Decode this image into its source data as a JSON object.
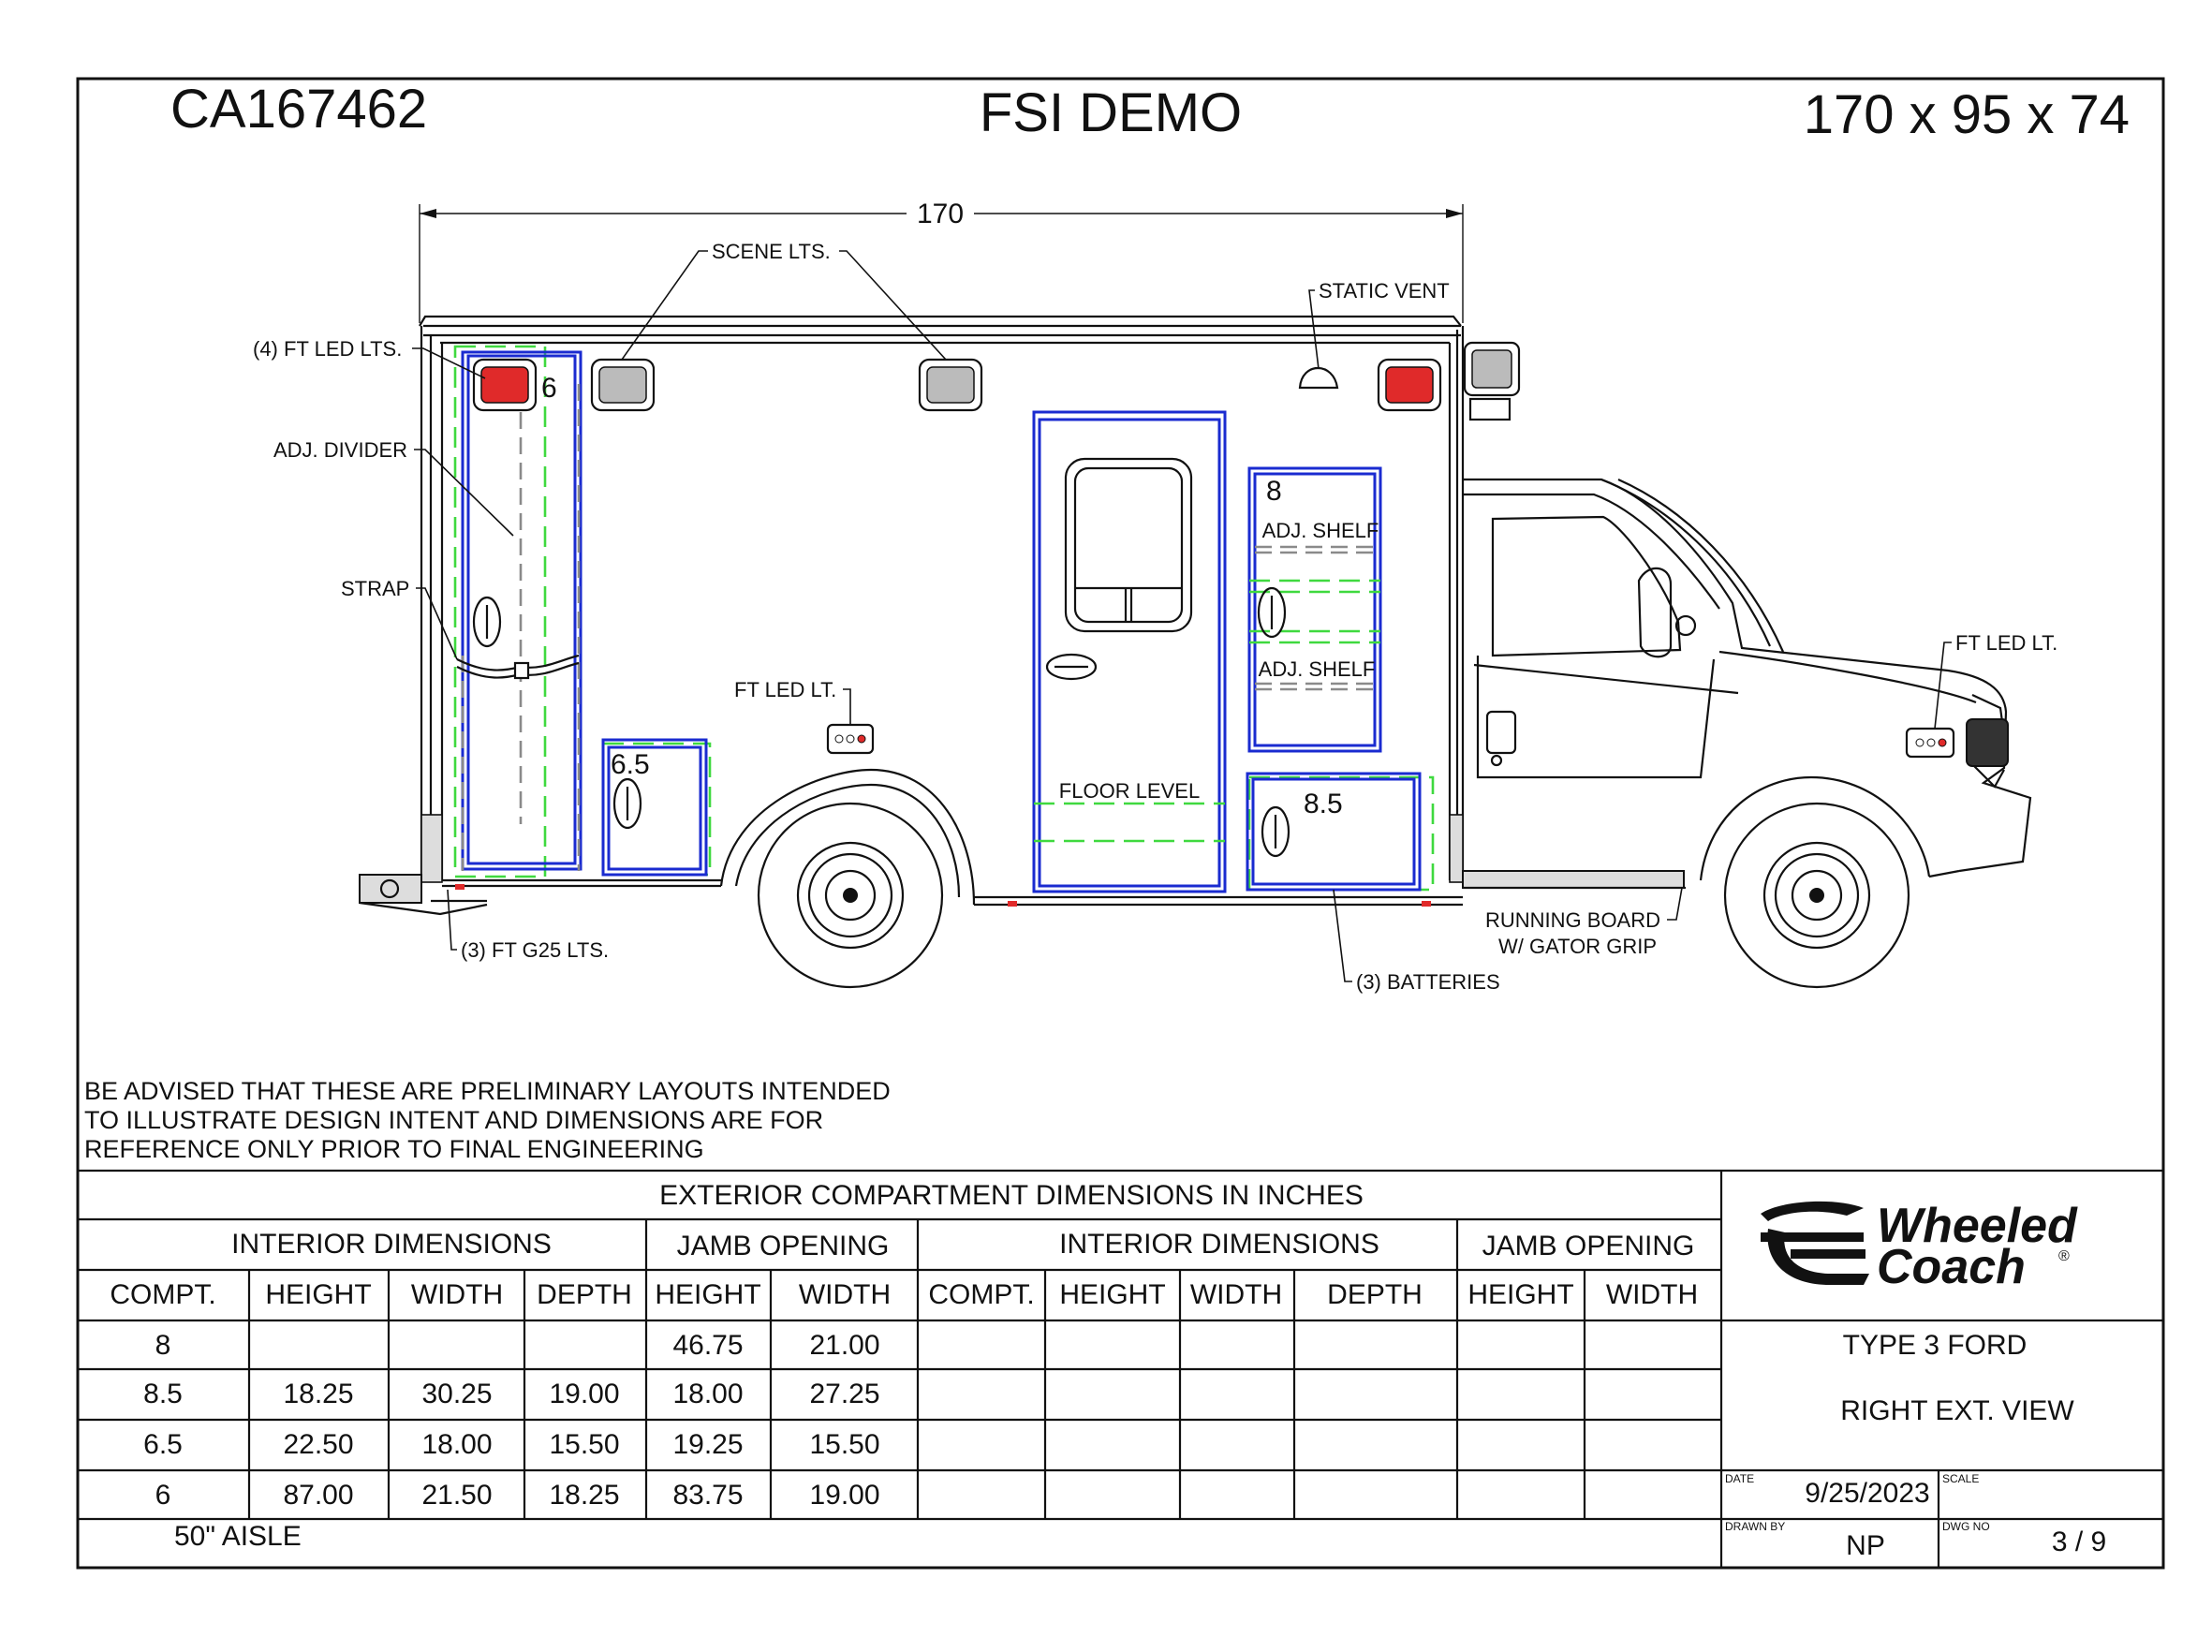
{
  "header": {
    "job_number": "CA167462",
    "customer": "FSI DEMO",
    "body_size": "170 x 95 x 74"
  },
  "drawing": {
    "overall_length": "170",
    "callouts": {
      "scene_lights": "SCENE LTS.",
      "static_vent": "STATIC VENT",
      "ft_led_lts_4": "(4) FT LED LTS.",
      "adj_divider": "ADJ. DIVIDER",
      "strap": "STRAP",
      "ft_led_lt_side": "FT LED LT.",
      "ft_led_lt_front": "FT LED LT.",
      "ft_g25_lts": "(3) FT G25 LTS.",
      "running_board_1": "RUNNING BOARD",
      "running_board_2": "W/ GATOR GRIP",
      "batteries": "(3) BATTERIES",
      "adj_shelf_top": "ADJ. SHELF",
      "adj_shelf_bottom": "ADJ. SHELF",
      "floor_level": "FLOOR LEVEL"
    },
    "compartment_tags": {
      "c6": "6",
      "c6_5": "6.5",
      "c8": "8",
      "c8_5": "8.5"
    }
  },
  "notice": {
    "line1": "BE ADVISED THAT THESE ARE PRELIMINARY LAYOUTS INTENDED",
    "line2": "TO ILLUSTRATE DESIGN INTENT AND DIMENSIONS  ARE FOR",
    "line3": "REFERENCE ONLY PRIOR TO FINAL ENGINEERING"
  },
  "table": {
    "title": "EXTERIOR COMPARTMENT DIMENSIONS IN INCHES",
    "group_interior": "INTERIOR DIMENSIONS",
    "group_jamb": "JAMB OPENING",
    "columns": [
      "COMPT.",
      "HEIGHT",
      "WIDTH",
      "DEPTH",
      "HEIGHT",
      "WIDTH",
      "COMPT.",
      "HEIGHT",
      "WIDTH",
      "DEPTH",
      "HEIGHT",
      "WIDTH"
    ],
    "rows": [
      [
        "8",
        "",
        "",
        "",
        "46.75",
        "21.00",
        "",
        "",
        "",
        "",
        "",
        ""
      ],
      [
        "8.5",
        "18.25",
        "30.25",
        "19.00",
        "18.00",
        "27.25",
        "",
        "",
        "",
        "",
        "",
        ""
      ],
      [
        "6.5",
        "22.50",
        "18.00",
        "15.50",
        "19.25",
        "15.50",
        "",
        "",
        "",
        "",
        "",
        ""
      ],
      [
        "6",
        "87.00",
        "21.50",
        "18.25",
        "83.75",
        "19.00",
        "",
        "",
        "",
        "",
        "",
        ""
      ]
    ],
    "footer_note": "50\" AISLE"
  },
  "title_block": {
    "logo_line1": "Wheeled",
    "logo_line2": "Coach",
    "logo_mark": "®",
    "model": "TYPE 3 FORD",
    "view": "RIGHT EXT. VIEW",
    "date_label": "DATE",
    "date": "9/25/2023",
    "scale_label": "SCALE",
    "scale": "",
    "drawn_by_label": "DRAWN BY",
    "drawn_by": "NP",
    "dwg_no_label": "DWG NO",
    "dwg_no": "3 / 9"
  },
  "colors": {
    "line": "#111111",
    "compartment_outline": "#1a2bd0",
    "jamb_outline": "#3fd93f",
    "divider": "#8a8a8a",
    "warning_light": "#e02a2a"
  }
}
